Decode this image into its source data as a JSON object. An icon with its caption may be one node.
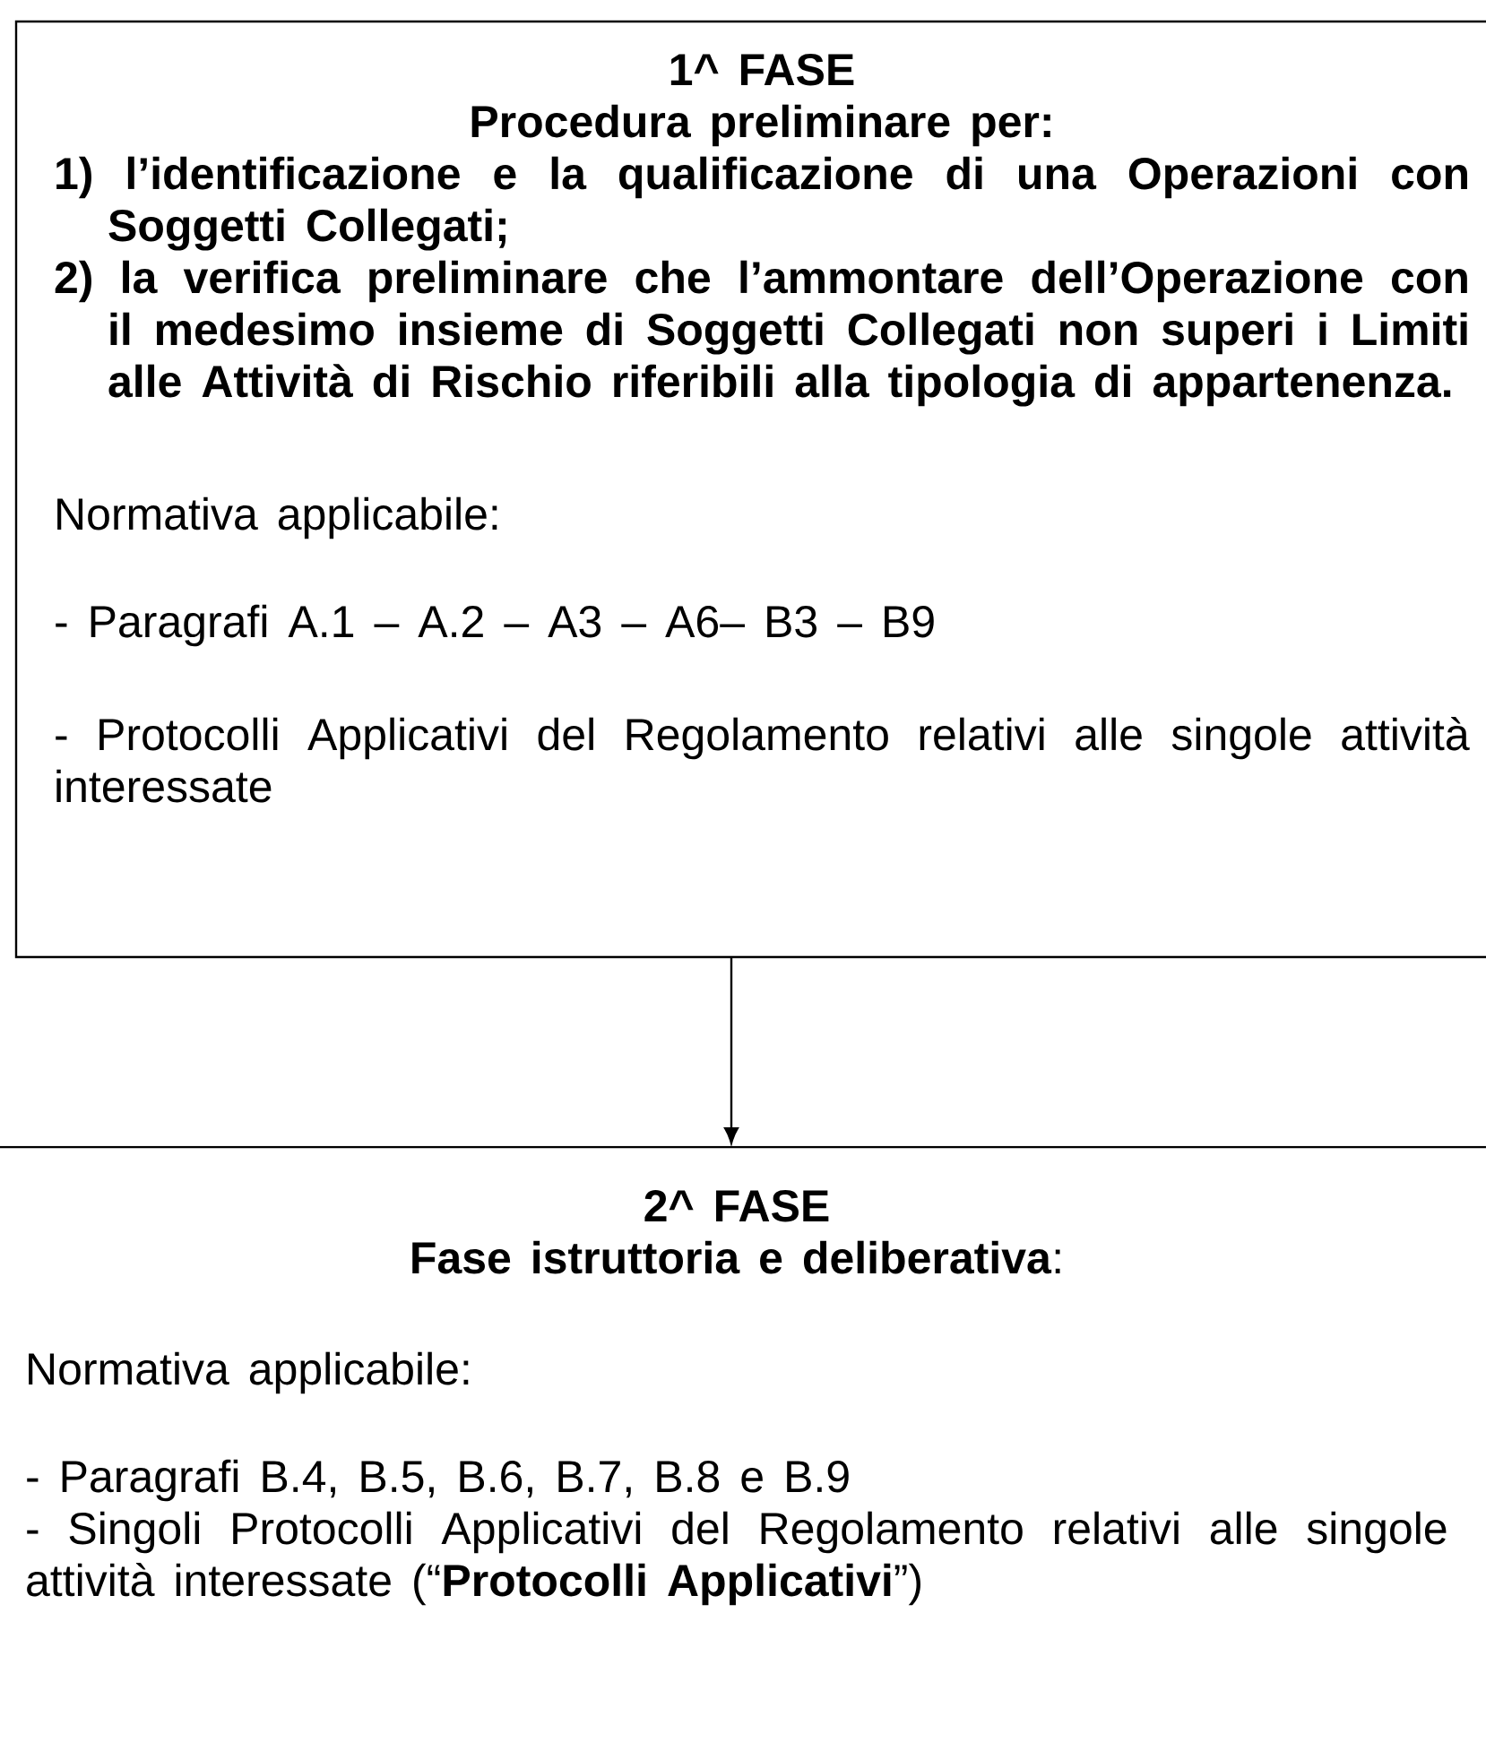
{
  "diagram": {
    "nodes": [
      {
        "text": [
          "1^ FASE",
          "Procedura preliminare per:",
          "1) l’identificazione e la qualificazione di una Operazioni con Soggetti Collegati;",
          "2) la verifica preliminare che l’ammontare dell’Operazione con il medesimo insieme di Soggetti Collegati non superi i Limiti alle Attività di Rischio riferibili alla tipologia di appartenenza.",
          "Normativa applicabile:",
          "- Paragrafi  A.1 – A.2 – A3 – A6– B3 – B9",
          "- Protocolli Applicativi del Regolamento relativi alle singole attività interessate"
        ]
      },
      {
        "text": [
          "2^ FASE",
          "**Fase istruttoria e deliberativa**:",
          "Normativa applicabile:",
          "- Paragrafi B.4, B.5, B.6, B.7, B.8 e B.9",
          "- Singoli Protocolli Applicativi del Regolamento relativi alle singole attività interessate (“**Protocolli Applicativi**”)"
        ]
      }
    ],
    "edges": [
      {
        "from": 0,
        "to": 1,
        "arrow": "to"
      }
    ]
  }
}
